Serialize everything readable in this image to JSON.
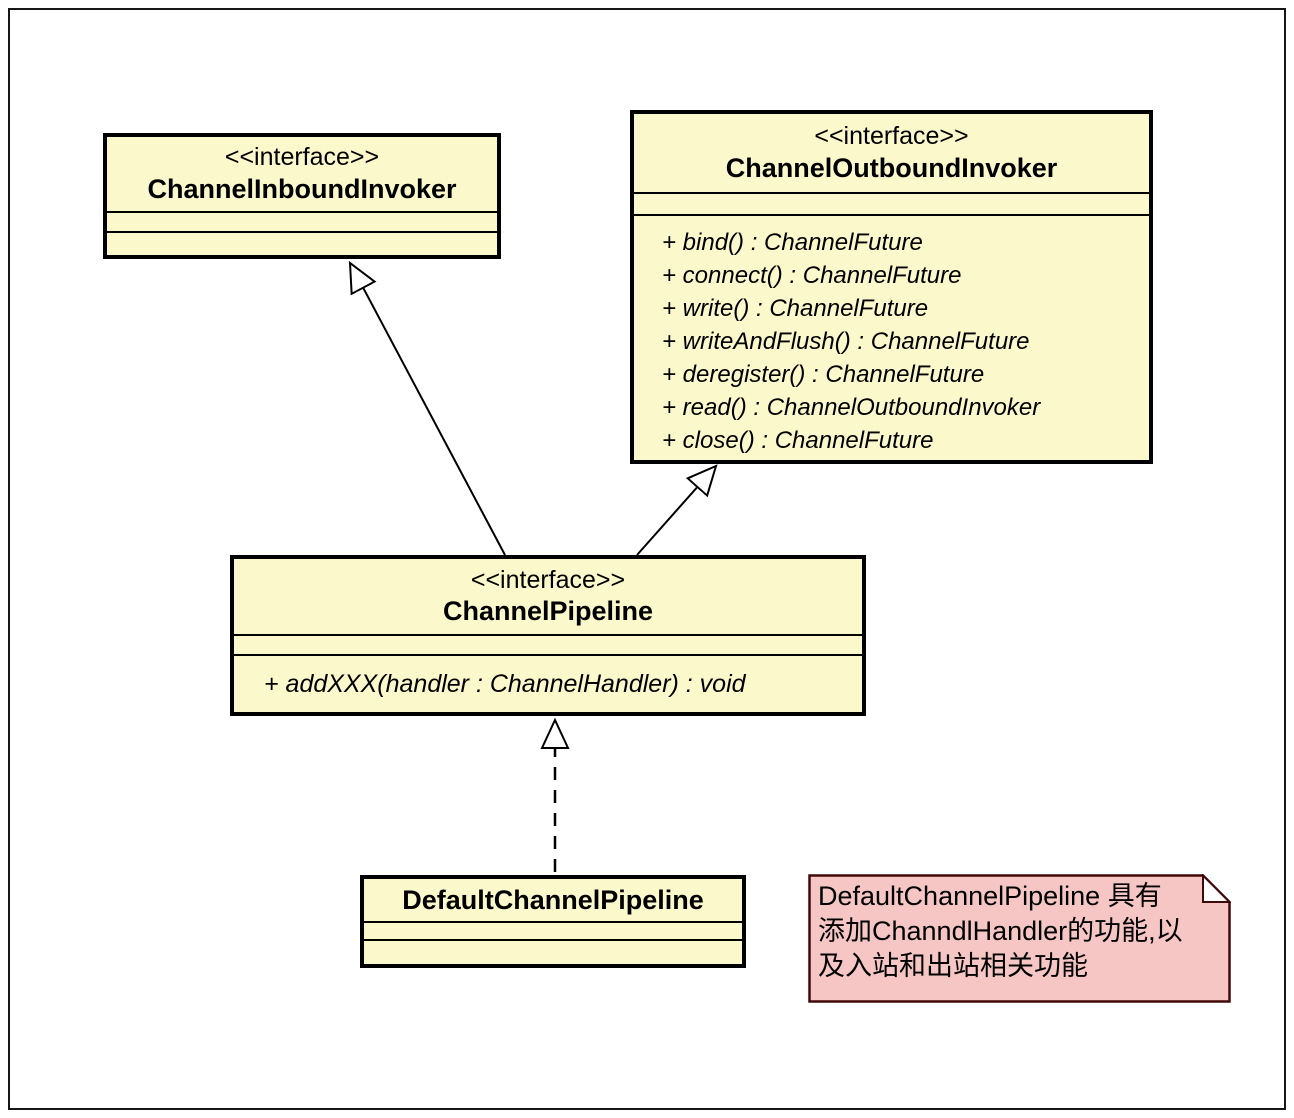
{
  "diagram_type": "uml-class-diagram",
  "colors": {
    "class_fill": "#FBF8CC",
    "class_border": "#000000",
    "note_fill": "#F6C6C5",
    "note_border": "#400808",
    "edge_color": "#000000",
    "frame_border": "#161616",
    "background": "#FFFFFF"
  },
  "classes": {
    "inbound": {
      "stereotype": "<<interface>>",
      "name": "ChannelInboundInvoker",
      "methods": []
    },
    "outbound": {
      "stereotype": "<<interface>>",
      "name": "ChannelOutboundInvoker",
      "methods": [
        "+ bind() : ChannelFuture",
        "+ connect() : ChannelFuture",
        "+ write() : ChannelFuture",
        "+ writeAndFlush() : ChannelFuture",
        "+ deregister() : ChannelFuture",
        "+ read() : ChannelOutboundInvoker",
        "+ close() : ChannelFuture"
      ]
    },
    "pipeline": {
      "stereotype": "<<interface>>",
      "name": "ChannelPipeline",
      "methods": [
        "+ addXXX(handler : ChannelHandler) : void"
      ]
    },
    "default_pipeline": {
      "name": "DefaultChannelPipeline",
      "methods": []
    }
  },
  "relationships": [
    {
      "from": "ChannelPipeline",
      "to": "ChannelInboundInvoker",
      "type": "generalization",
      "line": "solid"
    },
    {
      "from": "ChannelPipeline",
      "to": "ChannelOutboundInvoker",
      "type": "generalization",
      "line": "solid"
    },
    {
      "from": "DefaultChannelPipeline",
      "to": "ChannelPipeline",
      "type": "realization",
      "line": "dashed"
    }
  ],
  "note": {
    "lines": [
      "DefaultChannelPipeline 具有",
      "添加ChanndlHandler的功能,以",
      "及入站和出站相关功能"
    ]
  }
}
